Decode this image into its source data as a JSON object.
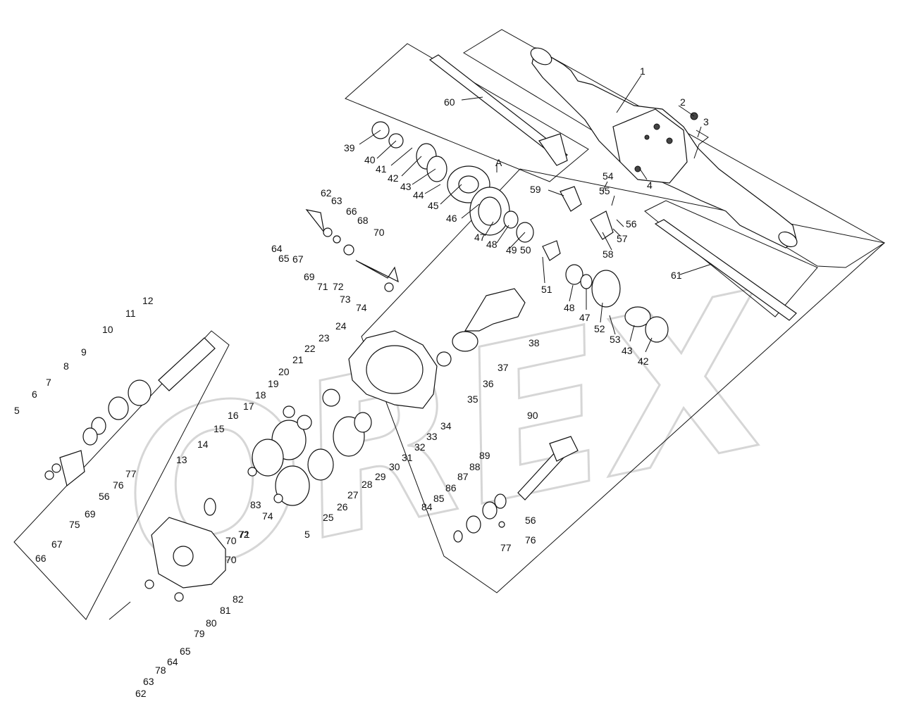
{
  "diagram": {
    "watermark": "OREX",
    "corner_mark": "",
    "marker_A": "A",
    "callouts": [
      "1",
      "2",
      "3",
      "4",
      "5",
      "5",
      "6",
      "7",
      "8",
      "9",
      "10",
      "11",
      "12",
      "13",
      "14",
      "15",
      "16",
      "17",
      "18",
      "19",
      "20",
      "21",
      "22",
      "23",
      "24",
      "25",
      "26",
      "27",
      "28",
      "29",
      "30",
      "31",
      "32",
      "33",
      "34",
      "35",
      "36",
      "37",
      "38",
      "39",
      "40",
      "41",
      "42",
      "42",
      "43",
      "43",
      "44",
      "45",
      "46",
      "47",
      "47",
      "48",
      "48",
      "49",
      "50",
      "51",
      "52",
      "53",
      "54",
      "55",
      "56",
      "56",
      "56",
      "57",
      "58",
      "59",
      "60",
      "61",
      "62",
      "62",
      "63",
      "63",
      "64",
      "64",
      "65",
      "65",
      "66",
      "66",
      "67",
      "67",
      "68",
      "69",
      "69",
      "70",
      "70",
      "70",
      "71",
      "71",
      "72",
      "72",
      "73",
      "74",
      "74",
      "75",
      "76",
      "76",
      "77",
      "77",
      "78",
      "79",
      "80",
      "81",
      "82",
      "83",
      "84",
      "85",
      "86",
      "87",
      "88",
      "89",
      "90"
    ]
  }
}
